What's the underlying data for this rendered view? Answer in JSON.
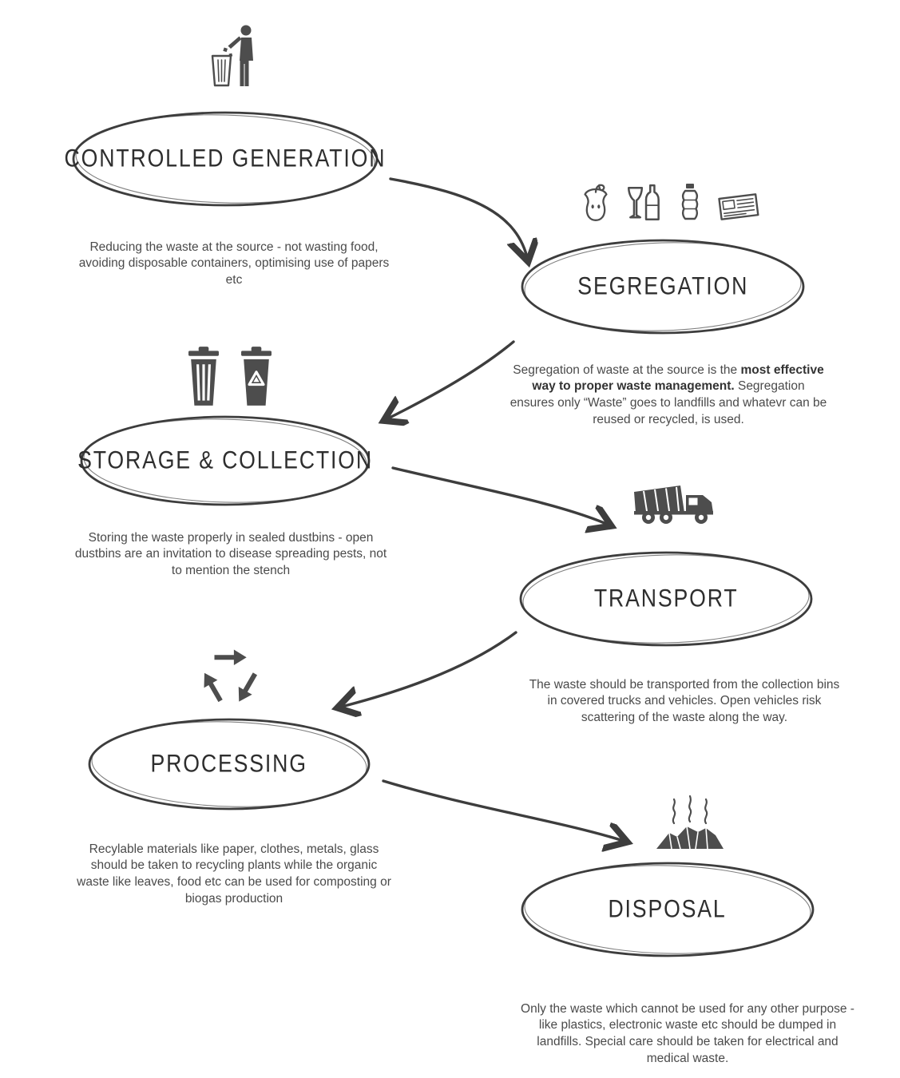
{
  "title": "Waste Management Flow",
  "colors": {
    "ink": "#3d3d3d",
    "icon_ink": "#4d4d4d",
    "text": "#4a4a4a"
  },
  "stages": [
    {
      "id": "controlled-generation",
      "title": "CONTROLLED GENERATION",
      "description": "Reducing the waste at the source - not wasting food, avoiding disposable containers, optimising use of papers etc",
      "icons": [
        "person-throwing-trash-icon"
      ]
    },
    {
      "id": "segregation",
      "title": "SEGREGATION",
      "description_pre": "Segregation of waste at the source is the ",
      "description_bold": "most effective way to proper waste management.",
      "description_post": " Segregation ensures only “Waste” goes to landfills and whatevr can be reused or recycled, is used.",
      "icons": [
        "apple-core-icon",
        "wine-glass-and-bottle-icon",
        "water-bottle-icon",
        "newspaper-icon"
      ]
    },
    {
      "id": "storage-collection",
      "title": "STORAGE & COLLECTION",
      "description": "Storing the waste properly in sealed dustbins - open dustbins are an invitation to disease spreading pests, not to mention the stench",
      "icons": [
        "trash-bin-icon",
        "recycle-bin-icon"
      ]
    },
    {
      "id": "transport",
      "title": "TRANSPORT",
      "description": "The waste should be transported from the collection bins in covered trucks and vehicles. Open vehicles risk scattering of the waste along the way.",
      "icons": [
        "garbage-truck-icon"
      ]
    },
    {
      "id": "processing",
      "title": "PROCESSING",
      "description": "Recylable materials like paper, clothes, metals, glass should be taken to recycling plants while the organic waste like leaves, food etc can be used for composting or biogas production",
      "icons": [
        "recycle-symbol-icon"
      ]
    },
    {
      "id": "disposal",
      "title": "DISPOSAL",
      "description": "Only the waste which cannot be used for any other purpose - like plastics, electronic waste etc should be dumped in landfills. Special care should be taken for electrical and medical waste.",
      "icons": [
        "landfill-smell-icon"
      ]
    }
  ]
}
